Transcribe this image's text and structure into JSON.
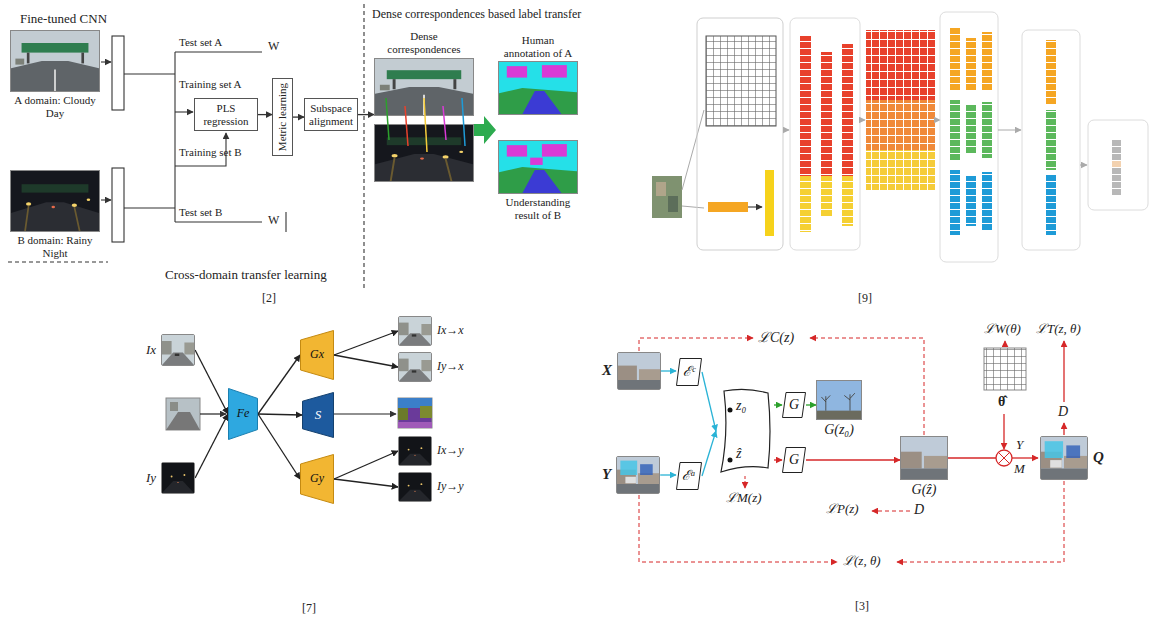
{
  "diagram": {
    "nodes": [
      {
        "text": [
          "A domain: Cloudy Day"
        ]
      },
      {
        "text": [
          "B domain: Rainy Night"
        ]
      },
      {
        "text": [
          "PLS regression"
        ]
      },
      {
        "text": [
          "Metric learning"
        ]
      },
      {
        "text": [
          "Subspace alignment"
        ]
      },
      {
        "text": [
          "Dense correspondences"
        ]
      },
      {
        "text": [
          "Human annotation of A"
        ]
      },
      {
        "text": [
          "Understanding result of B"
        ]
      },
      {
        "text": [
          "Ix"
        ]
      },
      {
        "text": [
          "Iy"
        ]
      },
      {
        "text": [
          "Fe"
        ]
      },
      {
        "text": [
          "S"
        ]
      },
      {
        "text": [
          "Gx"
        ]
      },
      {
        "text": [
          "Gy"
        ]
      },
      {
        "text": [
          "Ix→x"
        ]
      },
      {
        "text": [
          "Iy→x"
        ]
      },
      {
        "text": [
          "Ix→y"
        ]
      },
      {
        "text": [
          "Iy→y"
        ]
      },
      {
        "text": [
          "X"
        ]
      },
      {
        "text": [
          "Y"
        ]
      },
      {
        "text": [
          "ℰᶜ"
        ]
      },
      {
        "text": [
          "ℰᵃ"
        ]
      },
      {
        "text": [
          "z₀",
          "ẑ"
        ]
      },
      {
        "text": [
          "G"
        ]
      },
      {
        "text": [
          "G(z₀)"
        ]
      },
      {
        "text": [
          "G"
        ]
      },
      {
        "text": [
          "G(ẑ)"
        ]
      },
      {
        "text": [
          "Q"
        ]
      }
    ],
    "edges": [
      {
        "from": 2,
        "to": 3,
        "arrow": "to"
      },
      {
        "from": 3,
        "to": 4,
        "arrow": "to"
      },
      {
        "from": 4,
        "to": 5,
        "arrow": "to"
      },
      {
        "from": 8,
        "to": 10,
        "arrow": "to"
      },
      {
        "from": 9,
        "to": 10,
        "arrow": "to"
      },
      {
        "from": 10,
        "to": 12,
        "arrow": "to"
      },
      {
        "from": 10,
        "to": 11,
        "arrow": "to"
      },
      {
        "from": 10,
        "to": 13,
        "arrow": "to"
      },
      {
        "from": 12,
        "to": 14,
        "arrow": "to"
      },
      {
        "from": 12,
        "to": 15,
        "arrow": "to"
      },
      {
        "from": 13,
        "to": 16,
        "arrow": "to"
      },
      {
        "from": 13,
        "to": 17,
        "arrow": "to"
      },
      {
        "from": 18,
        "to": 20,
        "arrow": "to"
      },
      {
        "from": 19,
        "to": 21,
        "arrow": "to"
      },
      {
        "from": 20,
        "to": 22,
        "arrow": "to"
      },
      {
        "from": 21,
        "to": 22,
        "arrow": "to"
      },
      {
        "from": 22,
        "to": 23,
        "arrow": "to"
      },
      {
        "from": 23,
        "to": 24,
        "arrow": "to"
      },
      {
        "from": 22,
        "to": 25,
        "arrow": "to"
      },
      {
        "from": 25,
        "to": 26,
        "arrow": "to"
      }
    ],
    "labels": [
      "Fine-tuned CNN",
      "Test set A",
      "W",
      "Training set A",
      "Training set B",
      "Test set B",
      "W",
      "Cross-domain transfer learning",
      "Dense correspondences based label transfer",
      "[2]",
      "[9]",
      "[7]",
      "ℒC(z)",
      "ℒW(θ)",
      "ℒT(z, θ)",
      "θ̂",
      "D",
      "Y",
      "M",
      "ℒM(z)",
      "ℒP(z)",
      "D",
      "ℒ(z, θ)",
      "[3]"
    ]
  }
}
